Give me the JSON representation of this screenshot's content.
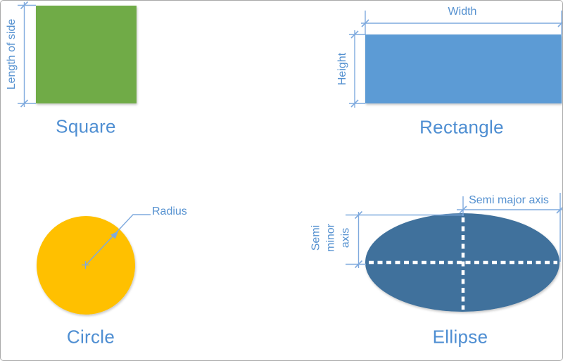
{
  "colors": {
    "square_fill": "#6fab47",
    "rectangle_fill": "#5b9bd5",
    "circle_fill": "#ffc000",
    "ellipse_fill": "#40719c",
    "dimension_line": "#7faade",
    "dimension_text": "#5591d0",
    "label_text": "#4e8ed2",
    "axis_dash": "#ffffff",
    "border": "#a9a9a9"
  },
  "shapes": {
    "square": {
      "label": "Square",
      "dimension_label": "Length of side"
    },
    "rectangle": {
      "label": "Rectangle",
      "width_label": "Width",
      "height_label": "Height"
    },
    "circle": {
      "label": "Circle",
      "radius_label": "Radius"
    },
    "ellipse": {
      "label": "Ellipse",
      "major_axis_label": "Semi major axis",
      "minor_axis_label": "Semi minor axis"
    }
  }
}
